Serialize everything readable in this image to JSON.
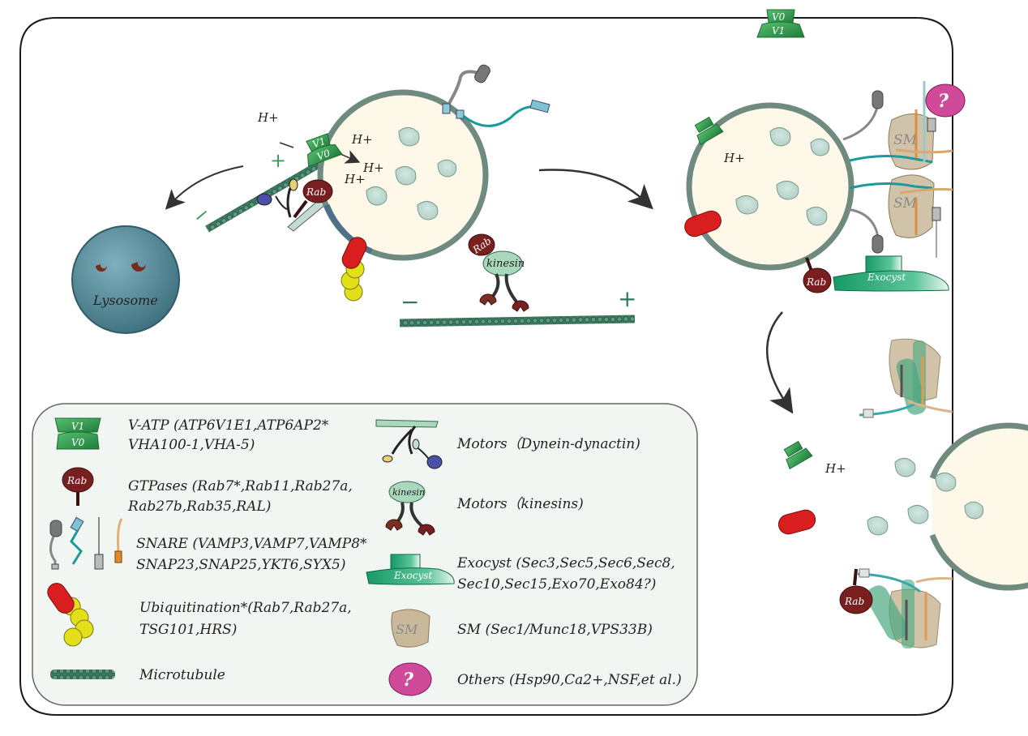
{
  "diagram": {
    "cell_top_marker": {
      "top": "V0",
      "bottom": "V1"
    },
    "lysosome_label": "Lysosome",
    "vesicle1": {
      "h_labels": [
        "H+",
        "H+",
        "H+",
        "H+"
      ],
      "vatp_top": "V1",
      "vatp_bottom": "V0",
      "rab_label": "Rab",
      "rab_label_2": "Rab",
      "kinesin_label": "kinesin",
      "plus_sign": "+",
      "minus_sign": "−",
      "mt_plus": "+",
      "mt_minus": "−"
    },
    "vesicle2": {
      "h_label": "H+",
      "rab_label": "Rab",
      "sm_label_1": "SM",
      "sm_label_2": "SM",
      "exocyst_label": "Exocyst",
      "question_mark": "?"
    },
    "vesicle3": {
      "h_label": "H+",
      "rab_label": "Rab"
    }
  },
  "legend": {
    "vatp": {
      "icon_top": "V1",
      "icon_bottom": "V0",
      "line1": "V-ATP (ATP6V1E1,ATP6AP2*",
      "line2": "VHA100-1,VHA-5)"
    },
    "gtpases": {
      "icon_label": "Rab",
      "line1": "GTPases (Rab7*,Rab11,Rab27a,",
      "line2": "Rab27b,Rab35,RAL)"
    },
    "snare": {
      "line1": "SNARE (VAMP3,VAMP7,VAMP8*",
      "line2": "SNAP23,SNAP25,YKT6,SYX5)"
    },
    "ubiquitination": {
      "line1": "Ubiquitination*(Rab7,Rab27a,",
      "line2": "TSG101,HRS)"
    },
    "microtubule": {
      "line1": "Microtubule"
    },
    "dynein": {
      "line1": "Motors（Dynein-dynactin)"
    },
    "kinesin": {
      "icon_label": "kinesin",
      "line1": "Motors（kinesins)"
    },
    "exocyst": {
      "icon_label": "Exocyst",
      "line1": "Exocyst (Sec3,Sec5,Sec6,Sec8,",
      "line2": "Sec10,Sec15,Exo70,Exo84?)"
    },
    "sm": {
      "icon_label": "SM",
      "line1": "SM (Sec1/Munc18,VPS33B)"
    },
    "others": {
      "icon_label": "?",
      "line1": "Others (Hsp90,Ca2+,NSF,et al.)"
    }
  },
  "colors": {
    "vatp_green": "#2f9e4a",
    "rab_maroon": "#7a1f1f",
    "vesicle_fill": "#fdf8e8",
    "vesicle_stroke": "#6f8a7e",
    "exocyst_green": "#1f9e6a",
    "sm_tan": "#c9b89a",
    "ubiquitin_red": "#d81e1e",
    "ubiquitin_yellow": "#e3e01a",
    "others_magenta": "#d04a9a",
    "lysosome_blue": "#4f8796",
    "microtubule": "#3e7a62",
    "snare_teal": "#1a9a9a",
    "snare_orange": "#e08a30"
  }
}
